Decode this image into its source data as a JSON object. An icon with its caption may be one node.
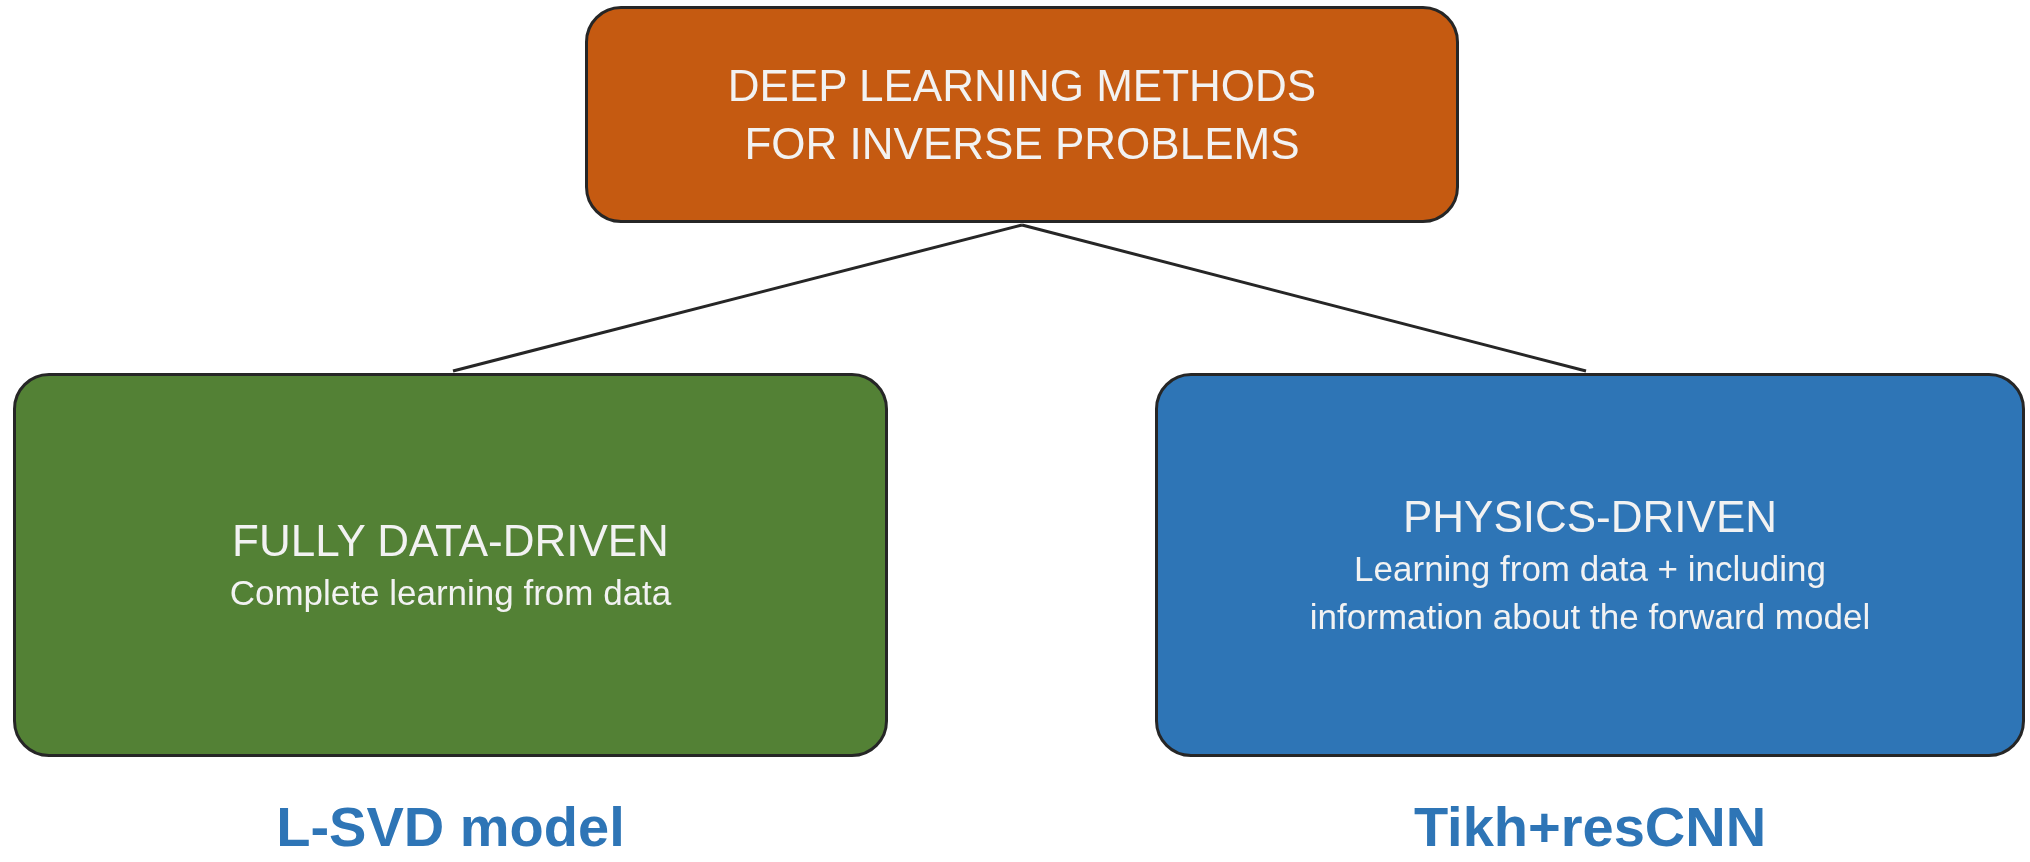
{
  "diagram": {
    "nodes": [
      {
        "text": [
          "DEEP LEARNING METHODS FOR INVERSE PROBLEMS"
        ]
      },
      {
        "text": [
          "FULLY DATA-DRIVEN",
          "Complete learning from data"
        ],
        "beside": [
          "L-SVD model"
        ]
      },
      {
        "text": [
          "PHYSICS-DRIVEN",
          "Learning from data + including information about the forward model"
        ],
        "beside": [
          "Tikh+resCNN"
        ]
      }
    ],
    "edges": [
      {
        "from": 0,
        "to": 1,
        "arrow": "none"
      },
      {
        "from": 0,
        "to": 2,
        "arrow": "none"
      }
    ]
  }
}
